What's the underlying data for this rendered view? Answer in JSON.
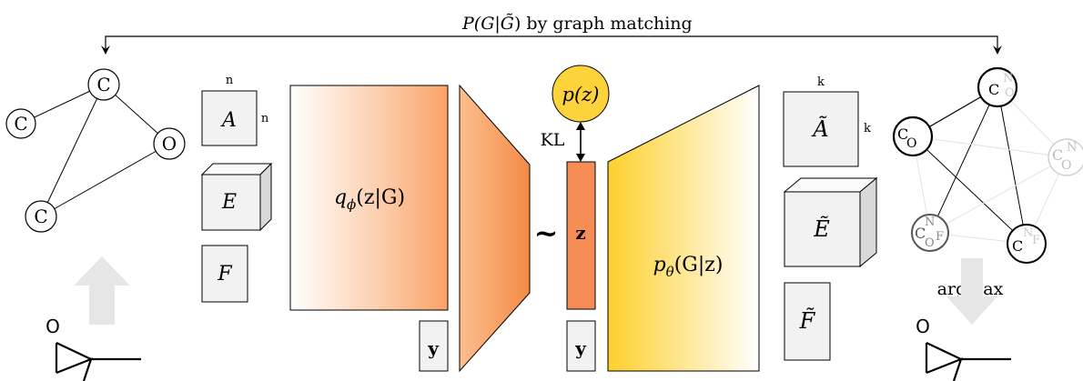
{
  "top_label": {
    "prefix": "P(G|",
    "tilde_symbol": "G̃",
    "suffix": ") by graph matching"
  },
  "input_graph": {
    "nodes": [
      "C",
      "C",
      "O",
      "C"
    ]
  },
  "input_matrices": {
    "adjacency": "A",
    "edge_tensor": "E",
    "node_features": "F",
    "dim_top": "n",
    "dim_side": "n"
  },
  "encoder": {
    "label_q": "q",
    "label_sub": "ϕ",
    "label_arg": "(z|G)",
    "condition": "y"
  },
  "latent": {
    "sample_symbol": "~",
    "z_label": "z",
    "condition": "y",
    "prior_label": "p(z)",
    "kl_label": "KL"
  },
  "decoder": {
    "label_p": "p",
    "label_sub": "θ",
    "label_arg": "(G|z)"
  },
  "output_matrices": {
    "adjacency": "Ã",
    "edge_tensor": "Ẽ",
    "node_features": "F̃",
    "dim_top": "k",
    "dim_side": "k"
  },
  "output_graph": {
    "node_main": "C",
    "node_ghost": "N",
    "node_ghost_o": "O",
    "node_ghost_f": "F"
  },
  "argmax_label": "argmax",
  "molecule": {
    "atom": "O"
  },
  "colors": {
    "encoder_gradient": [
      "#ffffff",
      "#fcd0b0",
      "#f9a267"
    ],
    "encoder_trapezoid": [
      "#fbbf8f",
      "#f48a45"
    ],
    "latent_fill": "#f68d55",
    "prior_fill": "#fdd33c",
    "decoder_gradient": [
      "#fdd02c",
      "#ffffff"
    ],
    "matrix_fill": "#f2f2f2",
    "arrow_gray": "#e6e6e6"
  }
}
